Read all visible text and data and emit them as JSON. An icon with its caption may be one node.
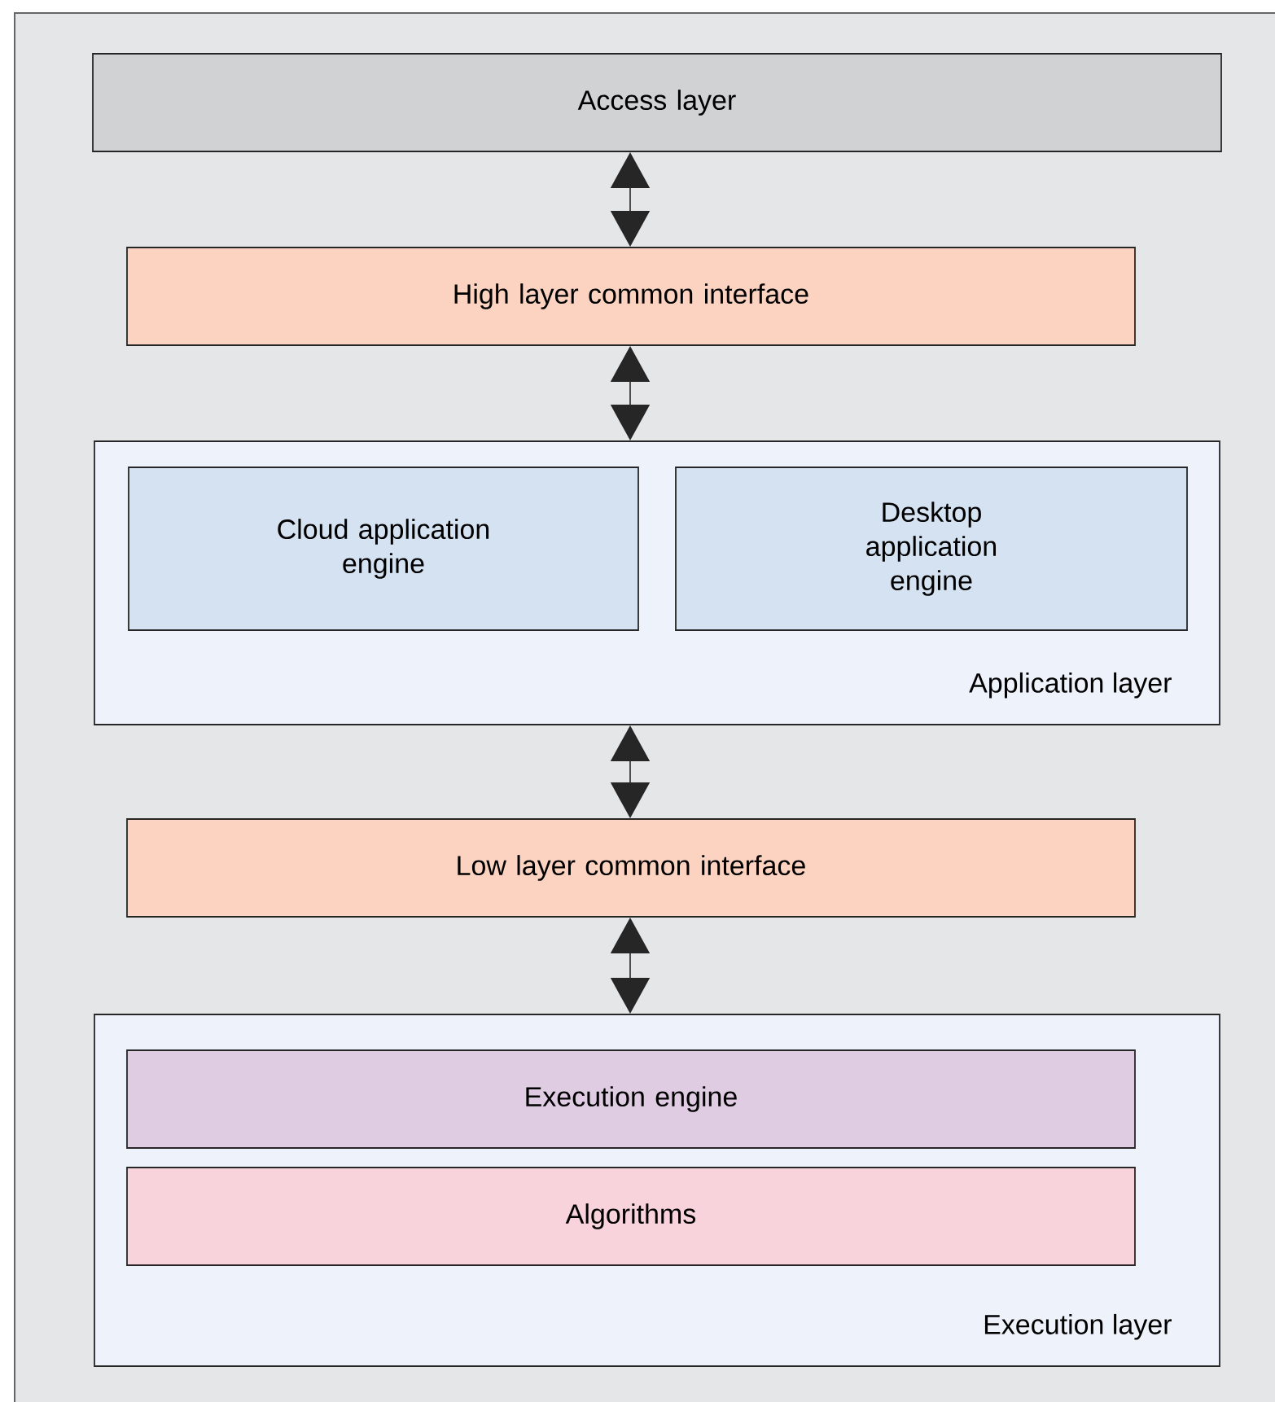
{
  "diagram": {
    "nodes": [
      {
        "text": [
          "Access layer"
        ]
      },
      {
        "text": [
          "High layer common interface"
        ]
      },
      {
        "text": [
          "Application layer"
        ]
      },
      {
        "text": [
          "Cloud application engine"
        ],
        "in": 2
      },
      {
        "text": [
          "Desktop application engine"
        ],
        "in": 2
      },
      {
        "text": [
          "Low layer common interface"
        ]
      },
      {
        "text": [
          "Execution layer"
        ]
      },
      {
        "text": [
          "Execution engine"
        ],
        "in": 6
      },
      {
        "text": [
          "Algorithms"
        ],
        "in": 6
      }
    ],
    "edges": [
      {
        "from": 0,
        "to": 1,
        "arrow": "both"
      },
      {
        "from": 1,
        "to": 2,
        "arrow": "both"
      },
      {
        "from": 2,
        "to": 5,
        "arrow": "both"
      },
      {
        "from": 5,
        "to": 6,
        "arrow": "both"
      }
    ]
  }
}
